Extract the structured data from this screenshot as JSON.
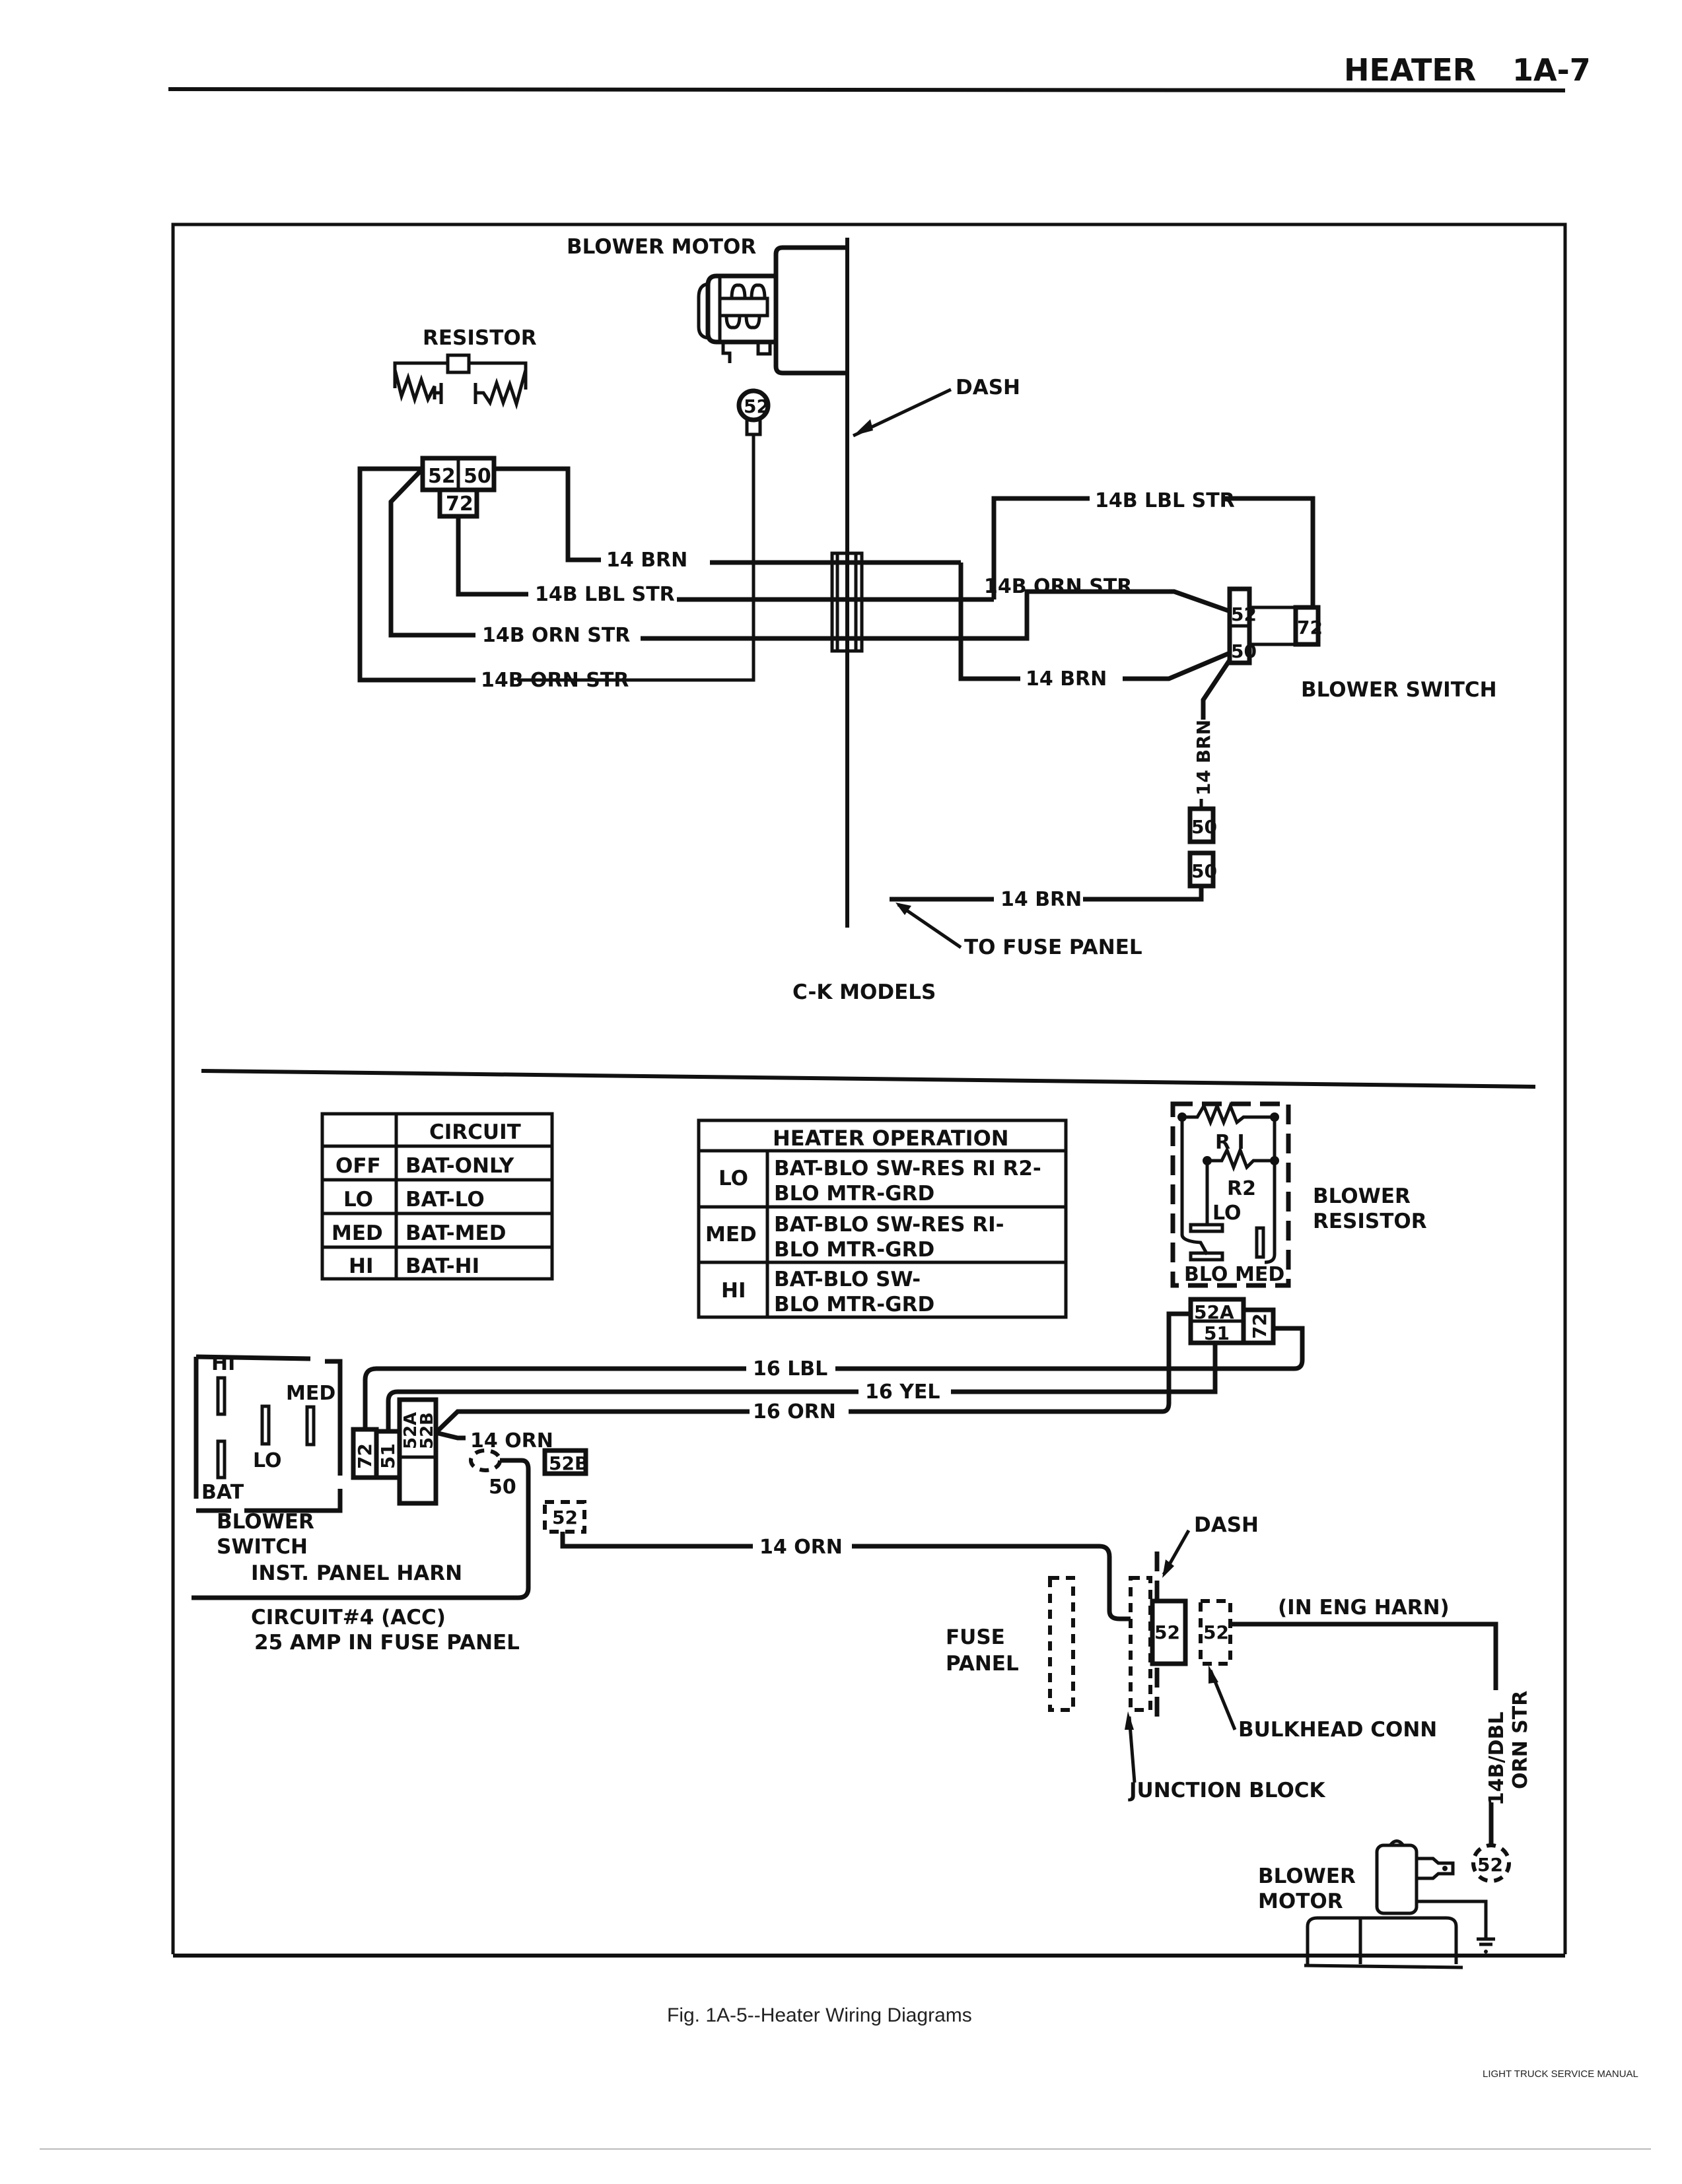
{
  "header": {
    "section": "HEATER",
    "page": "1A-7"
  },
  "top_diagram": {
    "title": "C-K MODELS",
    "labels": {
      "blower_motor": "BLOWER MOTOR",
      "resistor": "RESISTOR",
      "dash": "DASH",
      "blower_switch": "BLOWER SWITCH",
      "to_fuse_panel": "TO FUSE PANEL"
    },
    "resistor_connector": {
      "pins": [
        "52",
        "50",
        "72"
      ]
    },
    "motor_terminal": "52",
    "switch_connector": {
      "pins": [
        "52",
        "50",
        "72"
      ]
    },
    "inline_connector": {
      "pins": [
        "50",
        "50"
      ]
    },
    "wires": {
      "w1": "14 BRN",
      "w2": "14B LBL STR",
      "w3": "14B ORN STR",
      "w4": "14B ORN STR",
      "right_lbl": "14B LBL STR",
      "right_orn": "14B ORN STR",
      "right_brn": "14 BRN",
      "vertical_brn": "14 BRN",
      "fuse_brn": "14 BRN"
    }
  },
  "circuit_table": {
    "headers": [
      "",
      "CIRCUIT"
    ],
    "rows": [
      [
        "OFF",
        "BAT-ONLY"
      ],
      [
        "LO",
        "BAT-LO"
      ],
      [
        "MED",
        "BAT-MED"
      ],
      [
        "HI",
        "BAT-HI"
      ]
    ]
  },
  "operation_table": {
    "header": "HEATER OPERATION",
    "rows": [
      {
        "mode": "LO",
        "line1": "BAT-BLO SW-RES RI R2-",
        "line2": "BLO MTR-GRD"
      },
      {
        "mode": "MED",
        "line1": "BAT-BLO SW-RES RI-",
        "line2": "BLO MTR-GRD"
      },
      {
        "mode": "HI",
        "line1": "BAT-BLO SW-",
        "line2": "BLO MTR-GRD"
      }
    ]
  },
  "bottom_diagram": {
    "blower_resistor": {
      "label_line1": "BLOWER",
      "label_line2": "RESISTOR",
      "r1": "R I",
      "r2": "R2",
      "lo": "LO",
      "blo": "BLO",
      "med": "MED",
      "connector_pins": [
        "52A",
        "51",
        "72"
      ]
    },
    "blower_switch": {
      "label_line1": "BLOWER",
      "label_line2": "SWITCH",
      "positions": [
        "HI",
        "MED",
        "LO",
        "BAT"
      ],
      "connector_pins": [
        "72",
        "51",
        "52A",
        "52B"
      ]
    },
    "wires": {
      "lbl": "16 LBL",
      "yel": "16 YEL",
      "orn16": "16 ORN",
      "orn14a": "14 ORN",
      "orn14b": "14 ORN",
      "pin50": "50"
    },
    "terminals": {
      "t52b": "52B",
      "t52": "52"
    },
    "inst_panel_harn": "INST. PANEL HARN",
    "circuit_note_1": "CIRCUIT#4 (ACC)",
    "circuit_note_2": "25 AMP IN FUSE PANEL",
    "dash": "DASH",
    "in_eng_harn": "(IN ENG HARN)",
    "fuse_panel_1": "FUSE",
    "fuse_panel_2": "PANEL",
    "junction_52": "52",
    "bulkhead_52": "52",
    "bulkhead_conn": "BULKHEAD CONN",
    "junction_block": "JUNCTION BLOCK",
    "motor_wire_1": "14B/DBL",
    "motor_wire_2": "ORN STR",
    "blower_motor_1": "BLOWER",
    "blower_motor_2": "MOTOR",
    "motor_terminal": "52"
  },
  "caption": "Fig. 1A-5--Heater Wiring Diagrams",
  "footer": "LIGHT TRUCK SERVICE MANUAL"
}
